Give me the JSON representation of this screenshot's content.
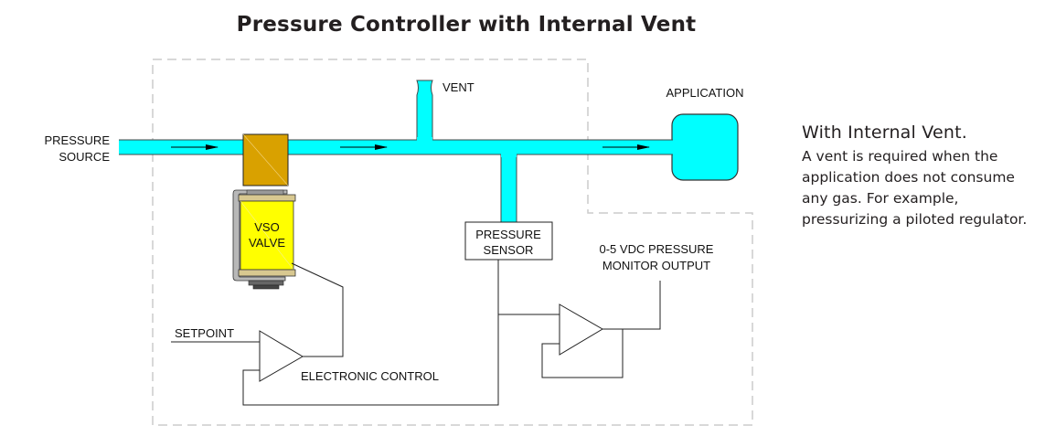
{
  "title": "Pressure Controller with Internal Vent",
  "diagram": {
    "labels": {
      "pressure_source_line1": "PRESSURE",
      "pressure_source_line2": "SOURCE",
      "vent": "VENT",
      "application": "APPLICATION",
      "vso_valve_line1": "VSO",
      "vso_valve_line2": "VALVE",
      "pressure_sensor_line1": "PRESSURE",
      "pressure_sensor_line2": "SENSOR",
      "monitor_output_line1": "0-5 VDC PRESSURE",
      "monitor_output_line2": "MONITOR OUTPUT",
      "setpoint": "SETPOINT",
      "electronic_control": "ELECTRONIC CONTROL"
    },
    "colors": {
      "pipe": "#00ffff",
      "pipe_outline": "#444444",
      "valve_body": "#d9a100",
      "coil": "#ffff00",
      "coil_cap": "#d8c890",
      "boundary": "#cccccc"
    }
  },
  "side_panel": {
    "heading": "With Internal Vent.",
    "body": "A vent is required when the application does not consume any gas. For example, pressurizing a piloted regulator."
  }
}
